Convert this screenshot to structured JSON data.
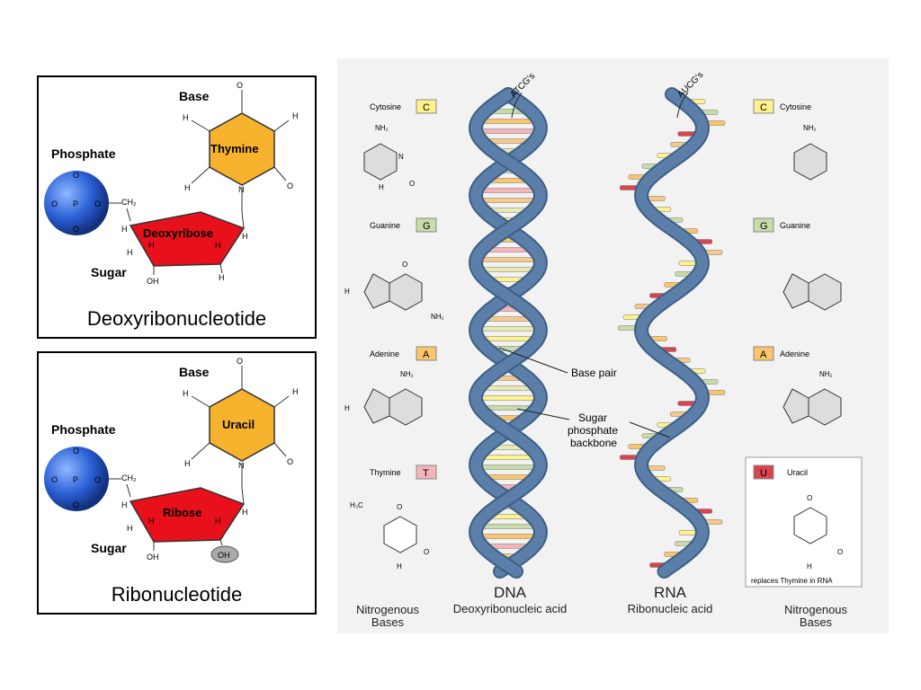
{
  "deoxy": {
    "title": "Deoxyribonucleotide",
    "base": "Base",
    "phosphate": "Phosphate",
    "sugar": "Sugar",
    "base_name": "Thymine",
    "sugar_name": "Deoxyribose",
    "oh": "OH",
    "h": "H",
    "o": "O",
    "n": "N",
    "p": "P",
    "ch2": "CH₂"
  },
  "ribo": {
    "title": "Ribonucleotide",
    "base": "Base",
    "phosphate": "Phosphate",
    "sugar": "Sugar",
    "base_name": "Uracil",
    "sugar_name": "Ribose",
    "oh": "OH",
    "oh2": "OH",
    "h": "H",
    "o": "O",
    "n": "N",
    "p": "P",
    "ch2": "CH₂"
  },
  "bases_left": [
    {
      "name": "Cytosine",
      "letter": "C",
      "color": "#fdf28c"
    },
    {
      "name": "Guanine",
      "letter": "G",
      "color": "#c8dca8"
    },
    {
      "name": "Adenine",
      "letter": "A",
      "color": "#fbc56c"
    },
    {
      "name": "Thymine",
      "letter": "T",
      "color": "#f4b4b8"
    }
  ],
  "bases_right": [
    {
      "name": "Cytosine",
      "letter": "C",
      "color": "#fdf28c"
    },
    {
      "name": "Guanine",
      "letter": "G",
      "color": "#c8dca8"
    },
    {
      "name": "Adenine",
      "letter": "A",
      "color": "#fbc56c"
    },
    {
      "name": "Uracil",
      "letter": "U",
      "color": "#d9444e"
    }
  ],
  "chem": {
    "nh2": "NH₂",
    "h3c": "H₃C",
    "o": "O",
    "n": "N",
    "h": "H"
  },
  "dna_tag": "ATCG's",
  "rna_tag": "AUCG's",
  "base_pair": "Base pair",
  "backbone_1": "Sugar",
  "backbone_2": "phosphate",
  "backbone_3": "backbone",
  "replaces": "replaces Thymine in RNA",
  "bottom": {
    "left_1": "Nitrogenous",
    "left_2": "Bases",
    "dna": "DNA",
    "dna_full": "Deoxyribonucleic acid",
    "rna": "RNA",
    "rna_full": "Ribonucleic acid",
    "right_1": "Nitrogenous",
    "right_2": "Bases"
  },
  "colors": {
    "backbone": "#5b7fa8",
    "backbone_dark": "#3d5f86",
    "phosphate": "#1f4fbf",
    "sugar": "#e8101a",
    "base": "#f7b32d"
  }
}
